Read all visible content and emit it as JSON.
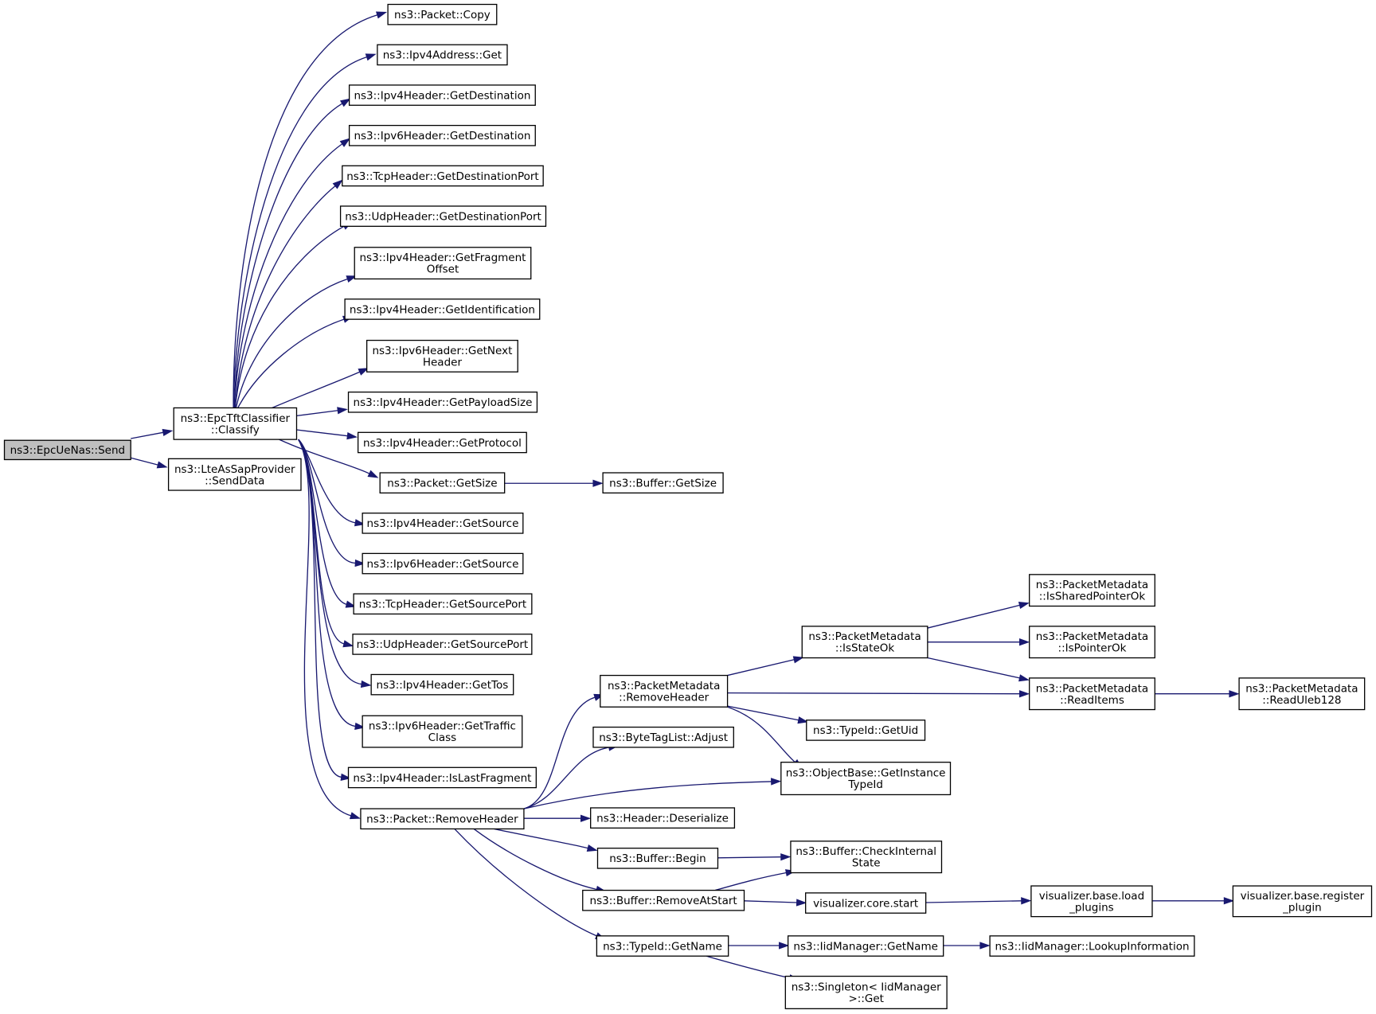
{
  "nodes": [
    {
      "id": "send",
      "lines": [
        "ns3::EpcUeNas::Send"
      ],
      "root": true
    },
    {
      "id": "classify",
      "lines": [
        "ns3::EpcTftClassifier",
        "::Classify"
      ]
    },
    {
      "id": "senddata",
      "lines": [
        "ns3::LteAsSapProvider",
        "::SendData"
      ]
    },
    {
      "id": "copy",
      "lines": [
        "ns3::Packet::Copy"
      ]
    },
    {
      "id": "ipv4get",
      "lines": [
        "ns3::Ipv4Address::Get"
      ]
    },
    {
      "id": "v4dest",
      "lines": [
        "ns3::Ipv4Header::GetDestination"
      ]
    },
    {
      "id": "v6dest",
      "lines": [
        "ns3::Ipv6Header::GetDestination"
      ]
    },
    {
      "id": "tcpdport",
      "lines": [
        "ns3::TcpHeader::GetDestinationPort"
      ]
    },
    {
      "id": "udpdport",
      "lines": [
        "ns3::UdpHeader::GetDestinationPort"
      ]
    },
    {
      "id": "fragoff",
      "lines": [
        "ns3::Ipv4Header::GetFragment",
        "Offset"
      ]
    },
    {
      "id": "ident",
      "lines": [
        "ns3::Ipv4Header::GetIdentification"
      ]
    },
    {
      "id": "nexthdr",
      "lines": [
        "ns3::Ipv6Header::GetNext",
        "Header"
      ]
    },
    {
      "id": "payload",
      "lines": [
        "ns3::Ipv4Header::GetPayloadSize"
      ]
    },
    {
      "id": "proto",
      "lines": [
        "ns3::Ipv4Header::GetProtocol"
      ]
    },
    {
      "id": "pktsize",
      "lines": [
        "ns3::Packet::GetSize"
      ]
    },
    {
      "id": "bufsize",
      "lines": [
        "ns3::Buffer::GetSize"
      ]
    },
    {
      "id": "v4src",
      "lines": [
        "ns3::Ipv4Header::GetSource"
      ]
    },
    {
      "id": "v6src",
      "lines": [
        "ns3::Ipv6Header::GetSource"
      ]
    },
    {
      "id": "tcpsport",
      "lines": [
        "ns3::TcpHeader::GetSourcePort"
      ]
    },
    {
      "id": "udpsport",
      "lines": [
        "ns3::UdpHeader::GetSourcePort"
      ]
    },
    {
      "id": "tos",
      "lines": [
        "ns3::Ipv4Header::GetTos"
      ]
    },
    {
      "id": "traffic",
      "lines": [
        "ns3::Ipv6Header::GetTraffic",
        "Class"
      ]
    },
    {
      "id": "lastfrag",
      "lines": [
        "ns3::Ipv4Header::IsLastFragment"
      ]
    },
    {
      "id": "pktremove",
      "lines": [
        "ns3::Packet::RemoveHeader"
      ]
    },
    {
      "id": "pmremove",
      "lines": [
        "ns3::PacketMetadata",
        "::RemoveHeader"
      ]
    },
    {
      "id": "adjust",
      "lines": [
        "ns3::ByteTagList::Adjust"
      ]
    },
    {
      "id": "instid",
      "lines": [
        "ns3::ObjectBase::GetInstance",
        "TypeId"
      ]
    },
    {
      "id": "deser",
      "lines": [
        "ns3::Header::Deserialize"
      ]
    },
    {
      "id": "begin",
      "lines": [
        "ns3::Buffer::Begin"
      ]
    },
    {
      "id": "rmstart",
      "lines": [
        "ns3::Buffer::RemoveAtStart"
      ]
    },
    {
      "id": "tidname",
      "lines": [
        "ns3::TypeId::GetName"
      ]
    },
    {
      "id": "isstate",
      "lines": [
        "ns3::PacketMetadata",
        "::IsStateOk"
      ]
    },
    {
      "id": "getuid",
      "lines": [
        "ns3::TypeId::GetUid"
      ]
    },
    {
      "id": "shptr",
      "lines": [
        "ns3::PacketMetadata",
        "::IsSharedPointerOk"
      ]
    },
    {
      "id": "isptr",
      "lines": [
        "ns3::PacketMetadata",
        "::IsPointerOk"
      ]
    },
    {
      "id": "readitems",
      "lines": [
        "ns3::PacketMetadata",
        "::ReadItems"
      ]
    },
    {
      "id": "uleb",
      "lines": [
        "ns3::PacketMetadata",
        "::ReadUleb128"
      ]
    },
    {
      "id": "checkint",
      "lines": [
        "ns3::Buffer::CheckInternal",
        "State"
      ]
    },
    {
      "id": "vcore",
      "lines": [
        "visualizer.core.start"
      ]
    },
    {
      "id": "vload",
      "lines": [
        "visualizer.base.load",
        "_plugins"
      ]
    },
    {
      "id": "vreg",
      "lines": [
        "visualizer.base.register",
        "_plugin"
      ]
    },
    {
      "id": "iidname",
      "lines": [
        "ns3::IidManager::GetName"
      ]
    },
    {
      "id": "lookup",
      "lines": [
        "ns3::IidManager::LookupInformation"
      ]
    },
    {
      "id": "singleton",
      "lines": [
        "ns3::Singleton< IidManager",
        ">::Get"
      ]
    }
  ],
  "edges": [
    [
      "send",
      "classify"
    ],
    [
      "send",
      "senddata"
    ],
    [
      "classify",
      "copy"
    ],
    [
      "classify",
      "ipv4get"
    ],
    [
      "classify",
      "v4dest"
    ],
    [
      "classify",
      "v6dest"
    ],
    [
      "classify",
      "tcpdport"
    ],
    [
      "classify",
      "udpdport"
    ],
    [
      "classify",
      "fragoff"
    ],
    [
      "classify",
      "ident"
    ],
    [
      "classify",
      "nexthdr"
    ],
    [
      "classify",
      "payload"
    ],
    [
      "classify",
      "proto"
    ],
    [
      "classify",
      "pktsize"
    ],
    [
      "classify",
      "v4src"
    ],
    [
      "classify",
      "v6src"
    ],
    [
      "classify",
      "tcpsport"
    ],
    [
      "classify",
      "udpsport"
    ],
    [
      "classify",
      "tos"
    ],
    [
      "classify",
      "traffic"
    ],
    [
      "classify",
      "lastfrag"
    ],
    [
      "classify",
      "pktremove"
    ],
    [
      "pktsize",
      "bufsize"
    ],
    [
      "pktremove",
      "pmremove"
    ],
    [
      "pktremove",
      "adjust"
    ],
    [
      "pktremove",
      "instid"
    ],
    [
      "pktremove",
      "deser"
    ],
    [
      "pktremove",
      "begin"
    ],
    [
      "pktremove",
      "rmstart"
    ],
    [
      "pktremove",
      "tidname"
    ],
    [
      "pmremove",
      "isstate"
    ],
    [
      "pmremove",
      "readitems"
    ],
    [
      "pmremove",
      "getuid"
    ],
    [
      "pmremove",
      "instid"
    ],
    [
      "isstate",
      "shptr"
    ],
    [
      "isstate",
      "isptr"
    ],
    [
      "isstate",
      "readitems"
    ],
    [
      "readitems",
      "uleb"
    ],
    [
      "begin",
      "checkint"
    ],
    [
      "rmstart",
      "checkint"
    ],
    [
      "rmstart",
      "vcore"
    ],
    [
      "vcore",
      "vload"
    ],
    [
      "vload",
      "vreg"
    ],
    [
      "tidname",
      "iidname"
    ],
    [
      "tidname",
      "singleton"
    ],
    [
      "iidname",
      "lookup"
    ]
  ]
}
